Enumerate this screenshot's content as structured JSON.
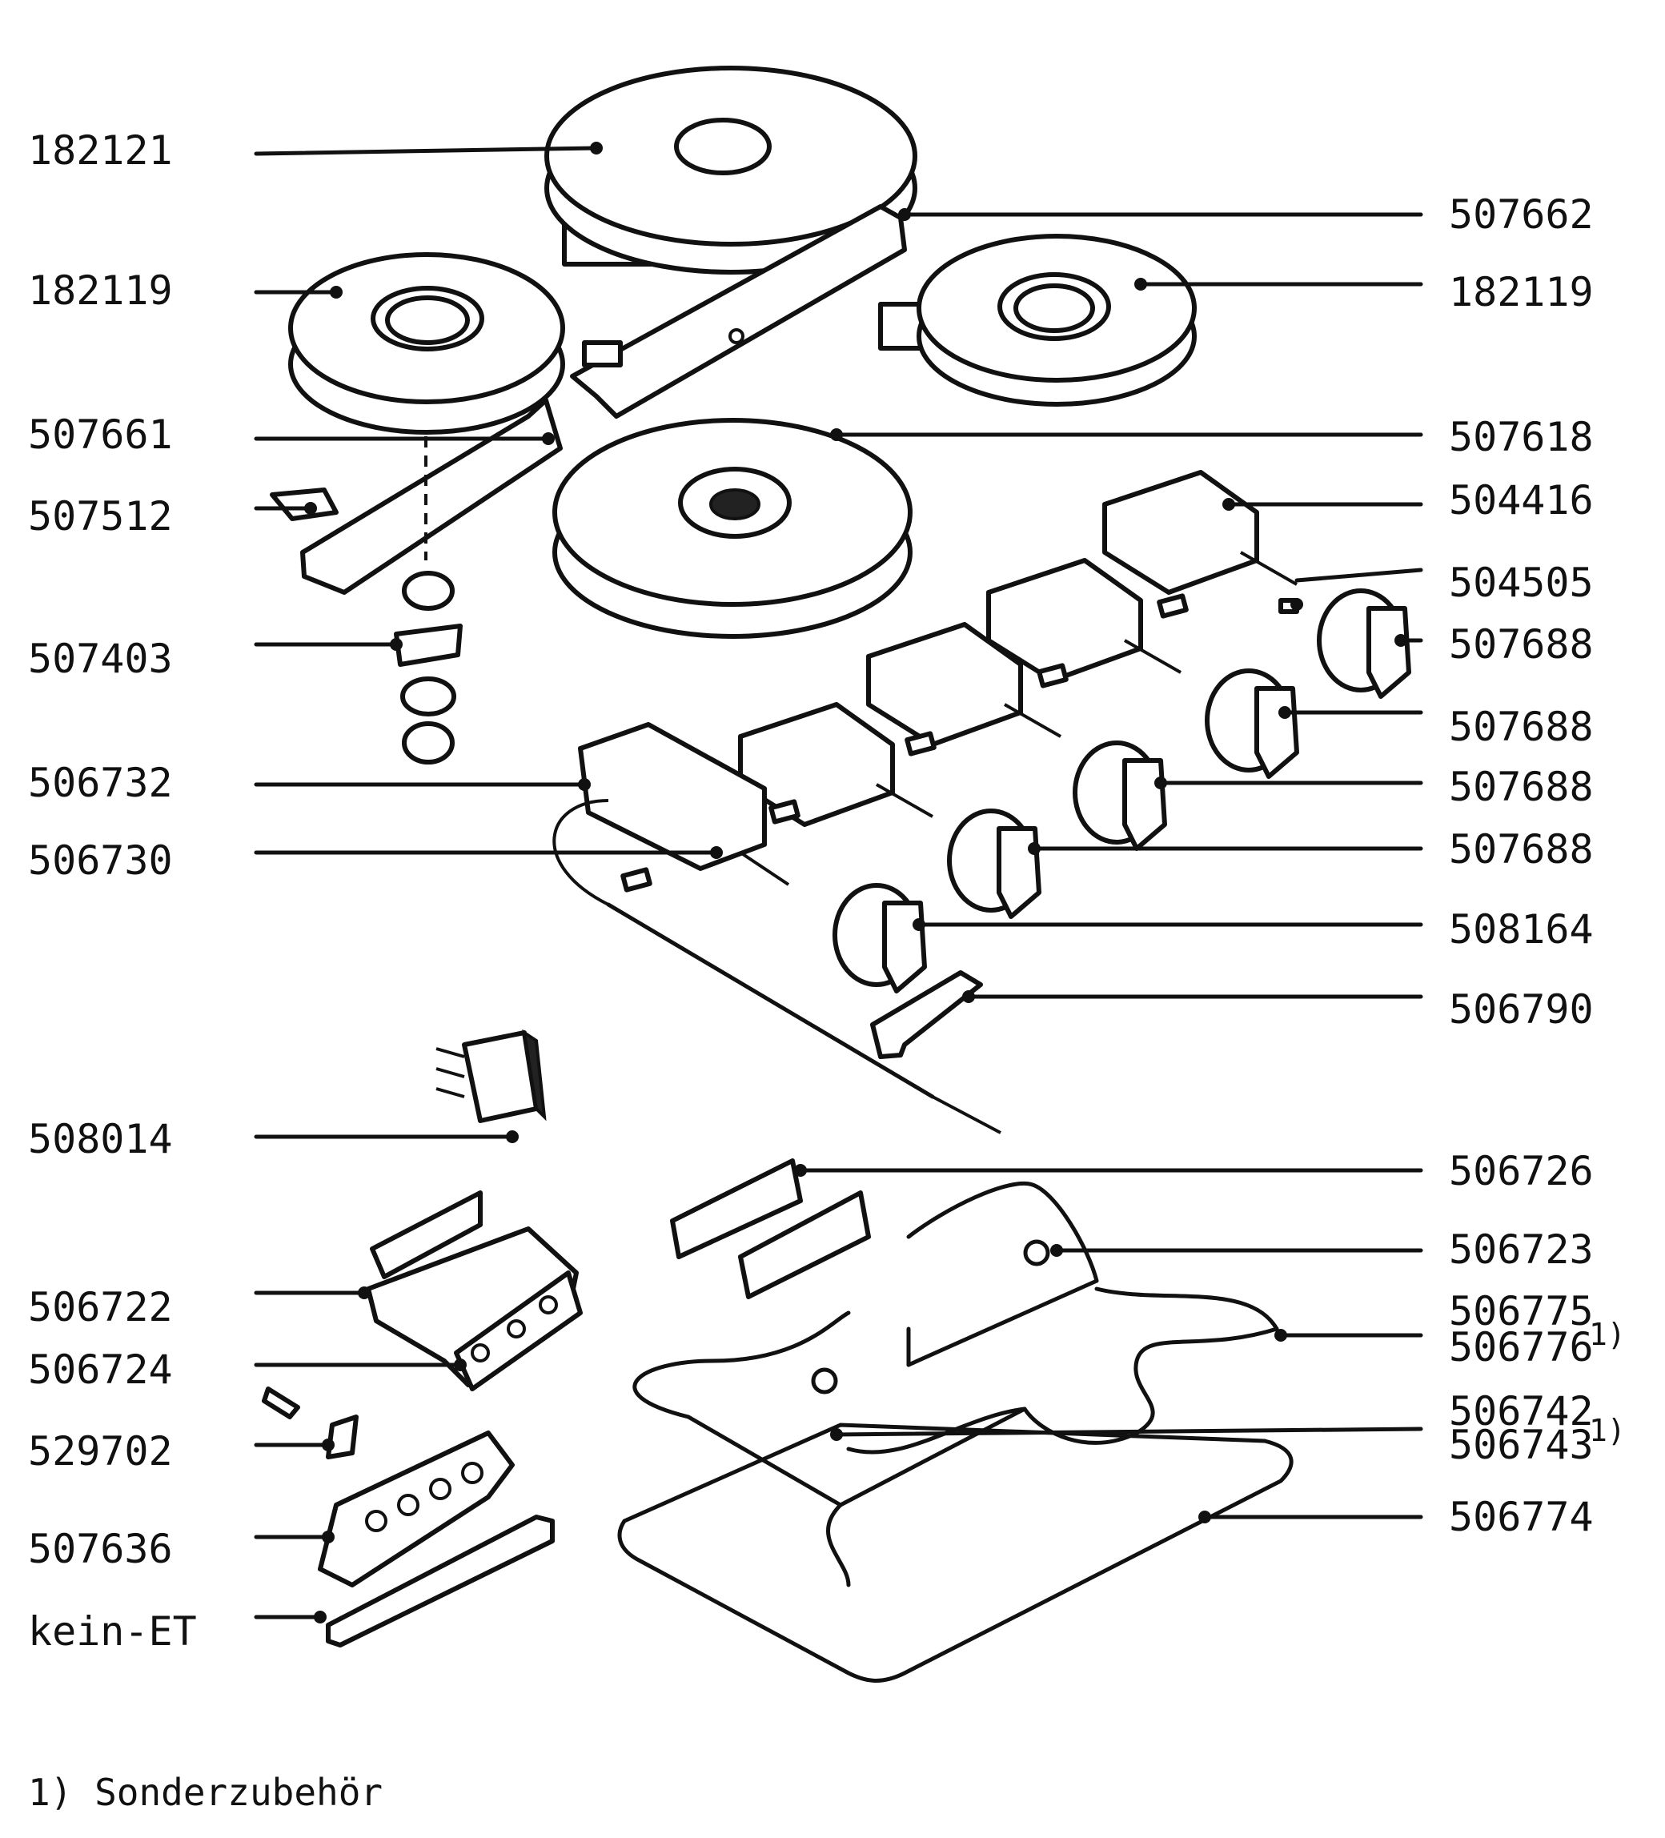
{
  "labels_left": {
    "l1": "182121",
    "l2": "182119",
    "l3": "507661",
    "l4": "507512",
    "l5": "507403",
    "l6": "506732",
    "l7": "506730",
    "l8": "508014",
    "l9": "506722",
    "l10": "506724",
    "l11": "529702",
    "l12": "507636",
    "l13": "kein-ET"
  },
  "labels_right": {
    "r1": "507662",
    "r2": "182119",
    "r3": "507618",
    "r4": "504416",
    "r5": "504505",
    "r6": "507688",
    "r7": "507688",
    "r8": "507688",
    "r9": "507688",
    "r10": "508164",
    "r11": "506790",
    "r12": "506726",
    "r13": "506723",
    "r14": "506775",
    "r15": "506776",
    "r16": "506742",
    "r17": "506743",
    "r18": "506774"
  },
  "footnote_markers": {
    "m1": "1)",
    "m2": "1)"
  },
  "footnote": "1) Sonderzubehör"
}
